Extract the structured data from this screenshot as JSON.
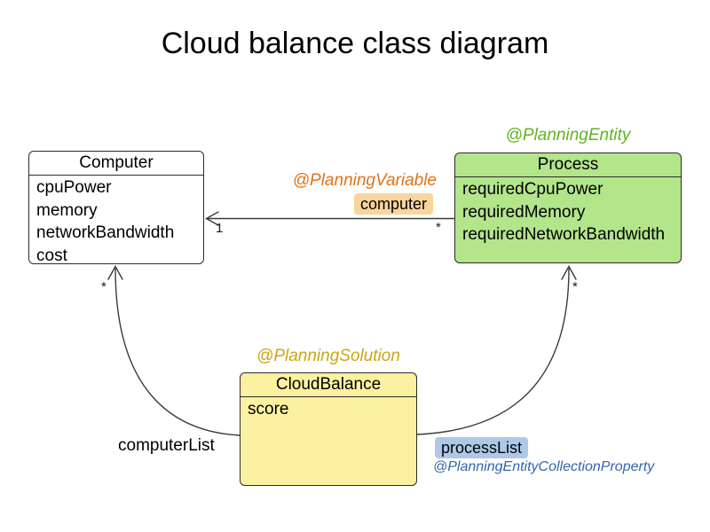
{
  "title": "Cloud balance class diagram",
  "classes": {
    "computer": {
      "name": "Computer",
      "fields": [
        "cpuPower",
        "memory",
        "networkBandwidth",
        "cost"
      ]
    },
    "process": {
      "annotation": "@PlanningEntity",
      "name": "Process",
      "fields": [
        "requiredCpuPower",
        "requiredMemory",
        "requiredNetworkBandwidth"
      ]
    },
    "cloud_balance": {
      "annotation": "@PlanningSolution",
      "name": "CloudBalance",
      "fields": [
        "score"
      ]
    }
  },
  "relations": {
    "planning_variable": {
      "annotation": "@PlanningVariable",
      "label": "computer",
      "multiplicity_target": "1",
      "multiplicity_source": "*"
    },
    "computer_list": {
      "label": "computerList",
      "multiplicity": "*"
    },
    "process_list": {
      "label": "processList",
      "annotation": "@PlanningEntityCollectionProperty",
      "multiplicity": "*"
    }
  },
  "colors": {
    "entity_fill_green": "#b3e58b",
    "entity_text_green": "#62b322",
    "solution_fill_yellow": "#fbf1a0",
    "solution_text_gold": "#cca512",
    "variable_text_orange": "#df731a",
    "variable_highlight_orange": "#f9d49c",
    "collection_text_blue": "#3465ae",
    "collection_highlight_blue": "#aec9e8",
    "line_color": "#3b3b3b"
  }
}
